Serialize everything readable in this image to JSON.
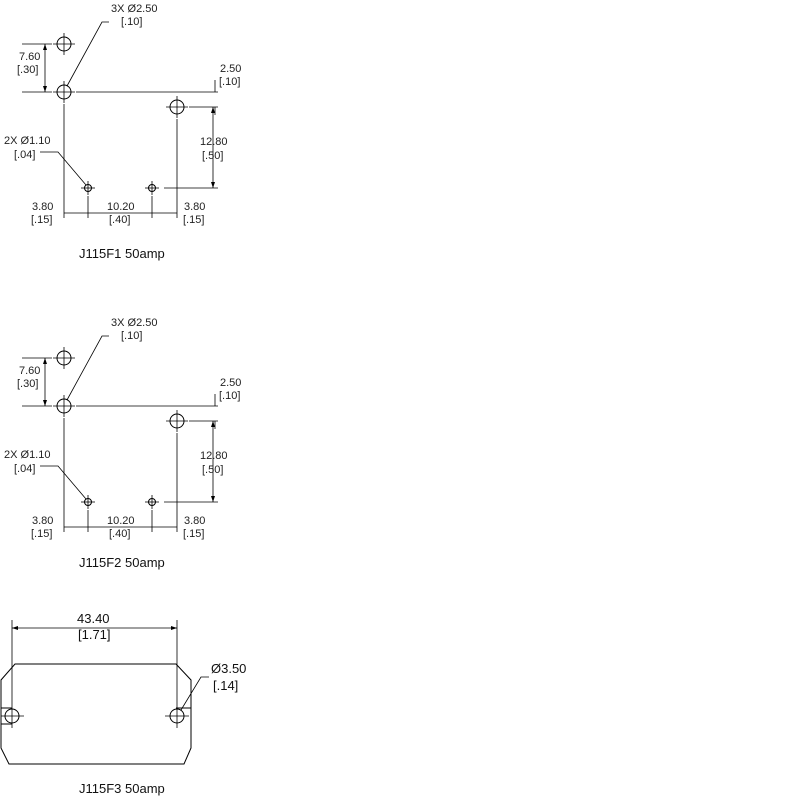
{
  "figures": [
    {
      "caption": "J115F1 50amp",
      "callout_large": "3X Ø2.50",
      "callout_large_in": "[.10]",
      "callout_small": "2X Ø1.10",
      "callout_small_in": "[.04]",
      "dim_top": "7.60",
      "dim_top_in": "[.30]",
      "dim_offset": "2.50",
      "dim_offset_in": "[.10]",
      "dim_height": "12.80",
      "dim_height_in": "[.50]",
      "dim_left": "3.80",
      "dim_left_in": "[.15]",
      "dim_mid": "10.20",
      "dim_mid_in": "[.40]",
      "dim_right": "3.80",
      "dim_right_in": "[.15]"
    },
    {
      "caption": "J115F2 50amp",
      "callout_large": "3X Ø2.50",
      "callout_large_in": "[.10]",
      "callout_small": "2X Ø1.10",
      "callout_small_in": "[.04]",
      "dim_top": "7.60",
      "dim_top_in": "[.30]",
      "dim_offset": "2.50",
      "dim_offset_in": "[.10]",
      "dim_height": "12.80",
      "dim_height_in": "[.50]",
      "dim_left": "3.80",
      "dim_left_in": "[.15]",
      "dim_mid": "10.20",
      "dim_mid_in": "[.40]",
      "dim_right": "3.80",
      "dim_right_in": "[.15]"
    }
  ],
  "figure3": {
    "caption": "J115F3 50amp",
    "dim_width": "43.40",
    "dim_width_in": "[1.71]",
    "callout_hole": "Ø3.50",
    "callout_hole_in": "[.14]"
  }
}
